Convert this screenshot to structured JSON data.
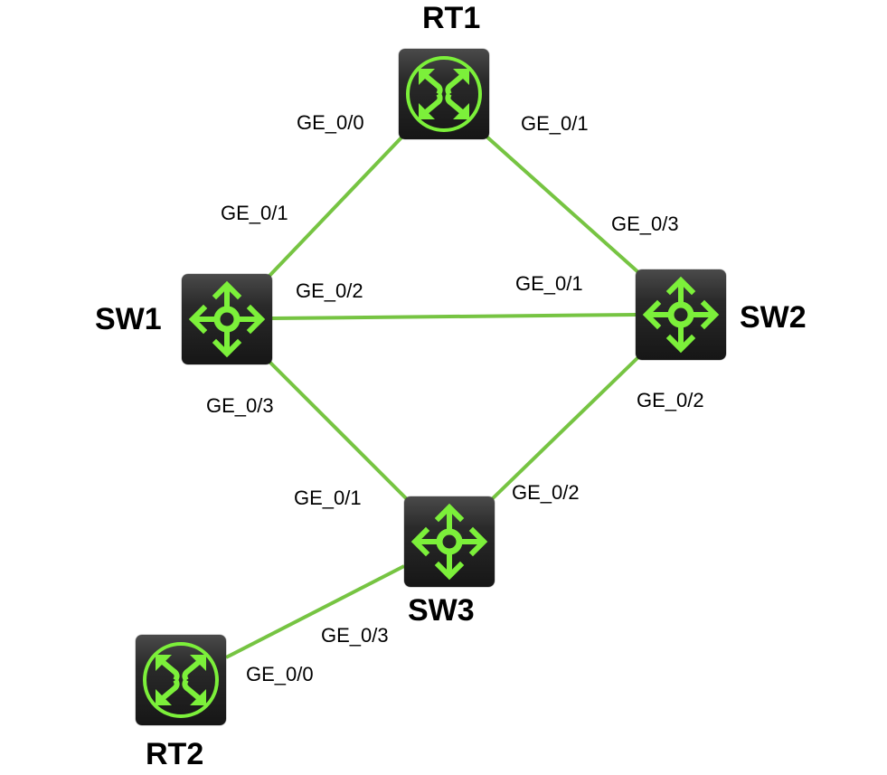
{
  "diagram": {
    "type": "network-topology",
    "colors": {
      "link": "#76c442",
      "icon": "#7cf03a",
      "device_bg": "#1c1c1c",
      "text": "#000000"
    },
    "devices": [
      {
        "id": "RT1",
        "label": "RT1",
        "kind": "router",
        "icon": "router-icon"
      },
      {
        "id": "SW1",
        "label": "SW1",
        "kind": "switch",
        "icon": "switch-icon"
      },
      {
        "id": "SW2",
        "label": "SW2",
        "kind": "switch",
        "icon": "switch-icon"
      },
      {
        "id": "SW3",
        "label": "SW3",
        "kind": "switch",
        "icon": "switch-icon"
      },
      {
        "id": "RT2",
        "label": "RT2",
        "kind": "router",
        "icon": "router-icon"
      }
    ],
    "links": [
      {
        "from": "RT1",
        "from_port": "GE_0/0",
        "to": "SW1",
        "to_port": "GE_0/1"
      },
      {
        "from": "RT1",
        "from_port": "GE_0/1",
        "to": "SW2",
        "to_port": "GE_0/3"
      },
      {
        "from": "SW1",
        "from_port": "GE_0/2",
        "to": "SW2",
        "to_port": "GE_0/1"
      },
      {
        "from": "SW1",
        "from_port": "GE_0/3",
        "to": "SW3",
        "to_port": "GE_0/1"
      },
      {
        "from": "SW2",
        "from_port": "GE_0/2",
        "to": "SW3",
        "to_port": "GE_0/2"
      },
      {
        "from": "SW3",
        "from_port": "GE_0/3",
        "to": "RT2",
        "to_port": "GE_0/0"
      }
    ]
  }
}
